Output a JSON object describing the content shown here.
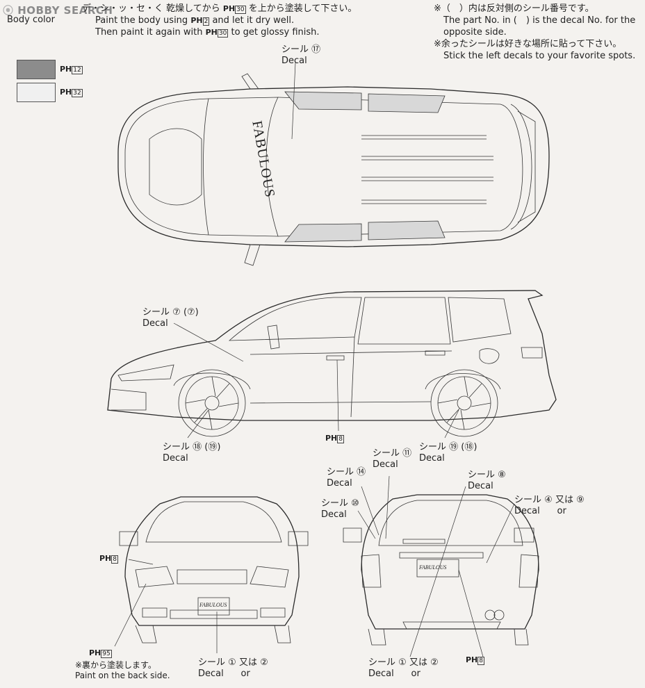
{
  "watermark": "HOBBY SEARCH",
  "top_left": {
    "line_jp": "デ・シ・ッ・セ・く 乾燥してから",
    "line_jp2": "を上から塗装して下さい。",
    "body_color": "Body color",
    "line2a": "Paint the body using",
    "line2b": "and let it dry well.",
    "line3a": "Then paint it again with",
    "line3b": "to get glossy finish."
  },
  "top_right": {
    "line1": "※（　）内は反対側のシール番号です。",
    "line2": "The part No. in (　) is the decal No. for the",
    "line3": "opposite side.",
    "line4": "※余ったシールは好きな場所に貼って下さい。",
    "line5": "Stick the left decals to your favorite spots."
  },
  "paint": {
    "prefix": "PH",
    "codes": {
      "c2": "2",
      "c30": "30",
      "c12": "12",
      "c32": "32",
      "c8": "8",
      "c95": "95"
    },
    "swatch_dark": "#8c8c8c",
    "swatch_light": "#f0f0f0"
  },
  "common": {
    "seal": "シール",
    "decal": "Decal",
    "or": "or",
    "or_jp": "又は"
  },
  "labels": {
    "top_17": "⑰",
    "side_7": "⑦ (⑦)",
    "side_18": "⑱ (⑲)",
    "side_19": "⑲ (⑱)",
    "front_1": "①",
    "front_2": "②",
    "rear_1": "①",
    "rear_2": "②",
    "rear_14": "⑭",
    "rear_11": "⑪",
    "rear_10": "⑩",
    "rear_8": "⑧",
    "rear_4": "④",
    "rear_9": "⑨"
  },
  "front_note": {
    "jp": "※裏から塗装します。",
    "en": "Paint on the back side."
  },
  "car_text": {
    "roof": "FABULOUS",
    "plate": "FABULOUS"
  }
}
